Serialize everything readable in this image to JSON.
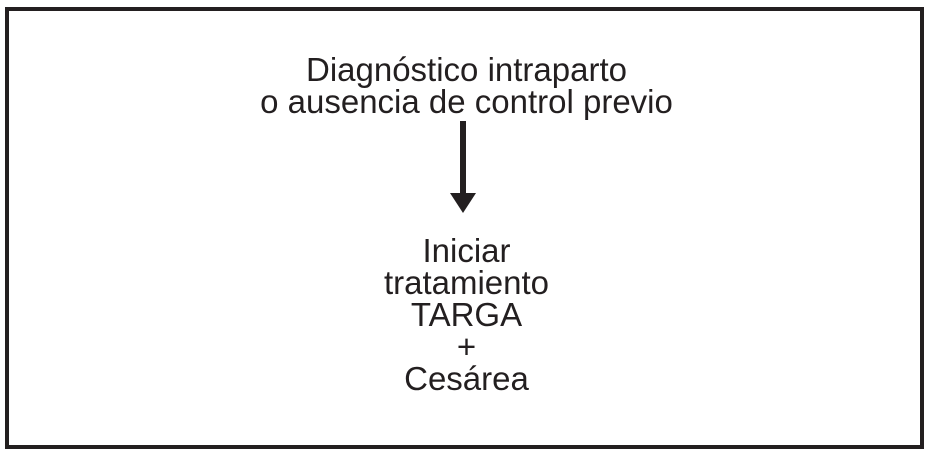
{
  "diagram": {
    "top_node": {
      "lines": [
        "Diagnóstico intraparto",
        "o ausencia de control previo"
      ]
    },
    "connector": {
      "icon": "down-arrow"
    },
    "bottom_node": {
      "lines": [
        "Iniciar",
        "tratamiento",
        "TARGA",
        "+",
        "Cesárea"
      ]
    },
    "colors": {
      "background": "#ffffff",
      "border": "#231f20",
      "text": "#231f20",
      "arrow": "#231f20"
    }
  }
}
